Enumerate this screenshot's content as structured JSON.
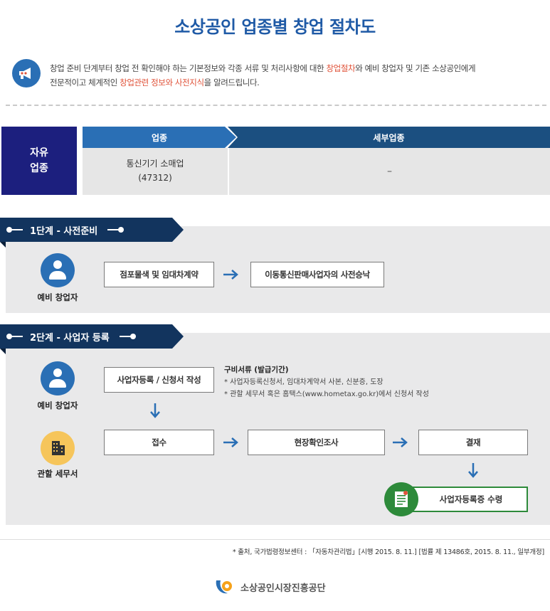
{
  "title": "소상공인 업종별 창업 절차도",
  "intro": {
    "line1_a": "창업 준비 단계부터 창업 전 확인해야 하는 기본정보와 각종 서류 및 처리사항에 대한 ",
    "line1_hl": "창업절차",
    "line1_b": "와 예비 창업자 및 기존 소상공인에게",
    "line2_a": "전문적이고 체계적인 ",
    "line2_hl": "창업관련 정보와 사전지식",
    "line2_b": "을 알려드립니다."
  },
  "business_type": {
    "label_line1": "자유",
    "label_line2": "업종",
    "industry_header": "업종",
    "detail_header": "세부업종",
    "industry_name": "통신기기 소매업",
    "industry_code": "(47312)",
    "detail_value": "–"
  },
  "stage1": {
    "title": "1단계 - 사전준비",
    "role": "예비 창업자",
    "step1": "점포물색 및 임대차계약",
    "step2": "이동통신판매사업자의 사전승낙"
  },
  "stage2": {
    "title": "2단계 - 사업자 등록",
    "role_applicant": "예비 창업자",
    "role_office": "관할 세무서",
    "apply": "사업자등록 / 신청서 작성",
    "docs_title": "구비서류 (발급기간)",
    "docs_item1": "* 사업자등록신청서, 임대차계약서 사본, 신분증, 도장",
    "docs_item2": "* 관할 세무서 혹은 홈택스(www.hometax.go.kr)에서 신청서 작성",
    "receive": "접수",
    "inspect": "현장확인조사",
    "approve": "결재",
    "certificate": "사업자등록증 수령"
  },
  "source": "* 출처, 국가법령정보센터 : 「자동차관리법」[시행 2015. 8. 11.] [법률 제 13486호, 2015. 8. 11., 일부개정]",
  "footer": {
    "org": "소상공인시장진흥공단"
  },
  "colors": {
    "title": "#1f5aa6",
    "highlight": "#e0533a",
    "dark_navy": "#1c1f7e",
    "stage_banner": "#12345e",
    "panel": "#e9e9ea",
    "accent_green": "#2d8a3a",
    "arrow": "#2a6fb5"
  },
  "icons": {
    "intro": "megaphone-icon",
    "applicant": "person-icon",
    "office": "building-icon",
    "certificate": "document-icon"
  }
}
